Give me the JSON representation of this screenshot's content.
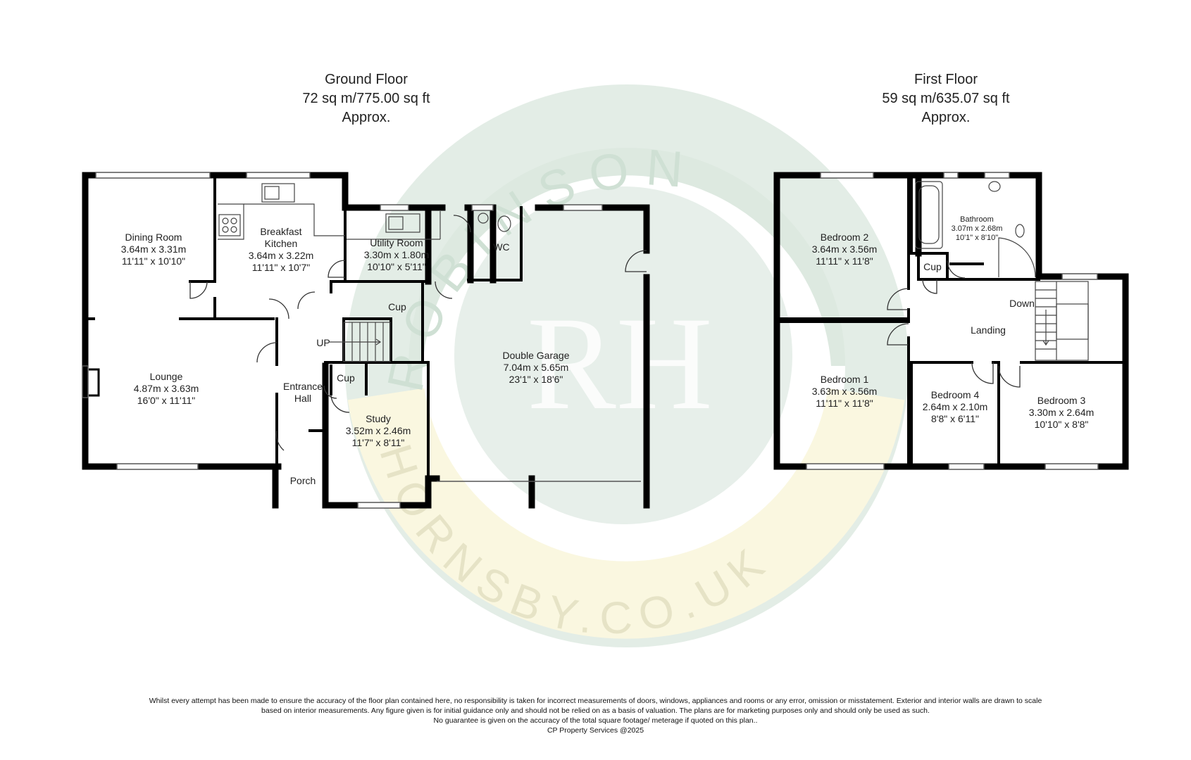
{
  "ground_floor": {
    "title": "Ground Floor",
    "area": "72 sq m/775.00 sq ft",
    "approx": "Approx.",
    "rooms": {
      "dining": {
        "name": "Dining Room",
        "metric": "3.64m x 3.31m",
        "imperial": "11'11\" x 10'10\""
      },
      "kitchen": {
        "name1": "Breakfast",
        "name2": "Kitchen",
        "metric": "3.64m x 3.22m",
        "imperial": "11'11\" x 10'7\""
      },
      "utility": {
        "name": "Utility Room",
        "metric": "3.30m x 1.80m",
        "imperial": "10'10\" x 5'11\""
      },
      "wc": {
        "name": "WC"
      },
      "lounge": {
        "name": "Lounge",
        "metric": "4.87m x 3.63m",
        "imperial": "16'0\" x 11'11\""
      },
      "hall": {
        "name1": "Entrance",
        "name2": "Hall"
      },
      "porch": {
        "name": "Porch"
      },
      "study": {
        "name": "Study",
        "metric": "3.52m x 2.46m",
        "imperial": "11'7\" x 8'11\""
      },
      "garage": {
        "name": "Double Garage",
        "metric": "7.04m x 5.65m",
        "imperial": "23'1\" x 18'6\""
      },
      "cup1": "Cup",
      "cup2": "Cup",
      "stairs_up": "UP"
    }
  },
  "first_floor": {
    "title": "First Floor",
    "area": "59 sq m/635.07 sq ft",
    "approx": "Approx.",
    "rooms": {
      "bed2": {
        "name": "Bedroom 2",
        "metric": "3.64m x 3.56m",
        "imperial": "11'11\" x 11'8\""
      },
      "bathroom": {
        "name": "Bathroom",
        "metric": "3.07m x 2.68m",
        "imperial": "10'1\" x 8'10\""
      },
      "cup": "Cup",
      "landing": {
        "name": "Landing"
      },
      "stairs_down": "Down",
      "bed1": {
        "name": "Bedroom 1",
        "metric": "3.63m x 3.56m",
        "imperial": "11'11\" x 11'8\""
      },
      "bed4": {
        "name": "Bedroom 4",
        "metric": "2.64m x 2.10m",
        "imperial": "8'8\" x 6'11\""
      },
      "bed3": {
        "name": "Bedroom 3",
        "metric": "3.30m x 2.64m",
        "imperial": "10'10\" x 8'8\""
      }
    }
  },
  "watermark": {
    "arc_top": "ROBINSON",
    "arc_bottom": "HORNSBY.CO.UK",
    "monogram": "RH",
    "colors": {
      "green": "#dce9df",
      "yellow": "#f9f6dd",
      "circle": "#eaf1ec"
    }
  },
  "disclaimer": {
    "line1": "Whilst every attempt has been made to ensure the accuracy of the floor plan contained here, no responsibility is taken for incorrect measurements of doors, windows, appliances and rooms or any error, omission or misstatement. Exterior and interior walls are drawn to scale",
    "line2": "based on interior measurements. Any figure given is for initial guidance only and should not be relied on as a basis of valuation. The plans are for marketing purposes only and should only be used as such.",
    "line3": "No guarantee is given on the accuracy of the total square footage/ meterage if quoted on this plan..",
    "line4": "CP Property Services @2025"
  },
  "colors": {
    "wall": "#000000",
    "text": "#222222"
  }
}
